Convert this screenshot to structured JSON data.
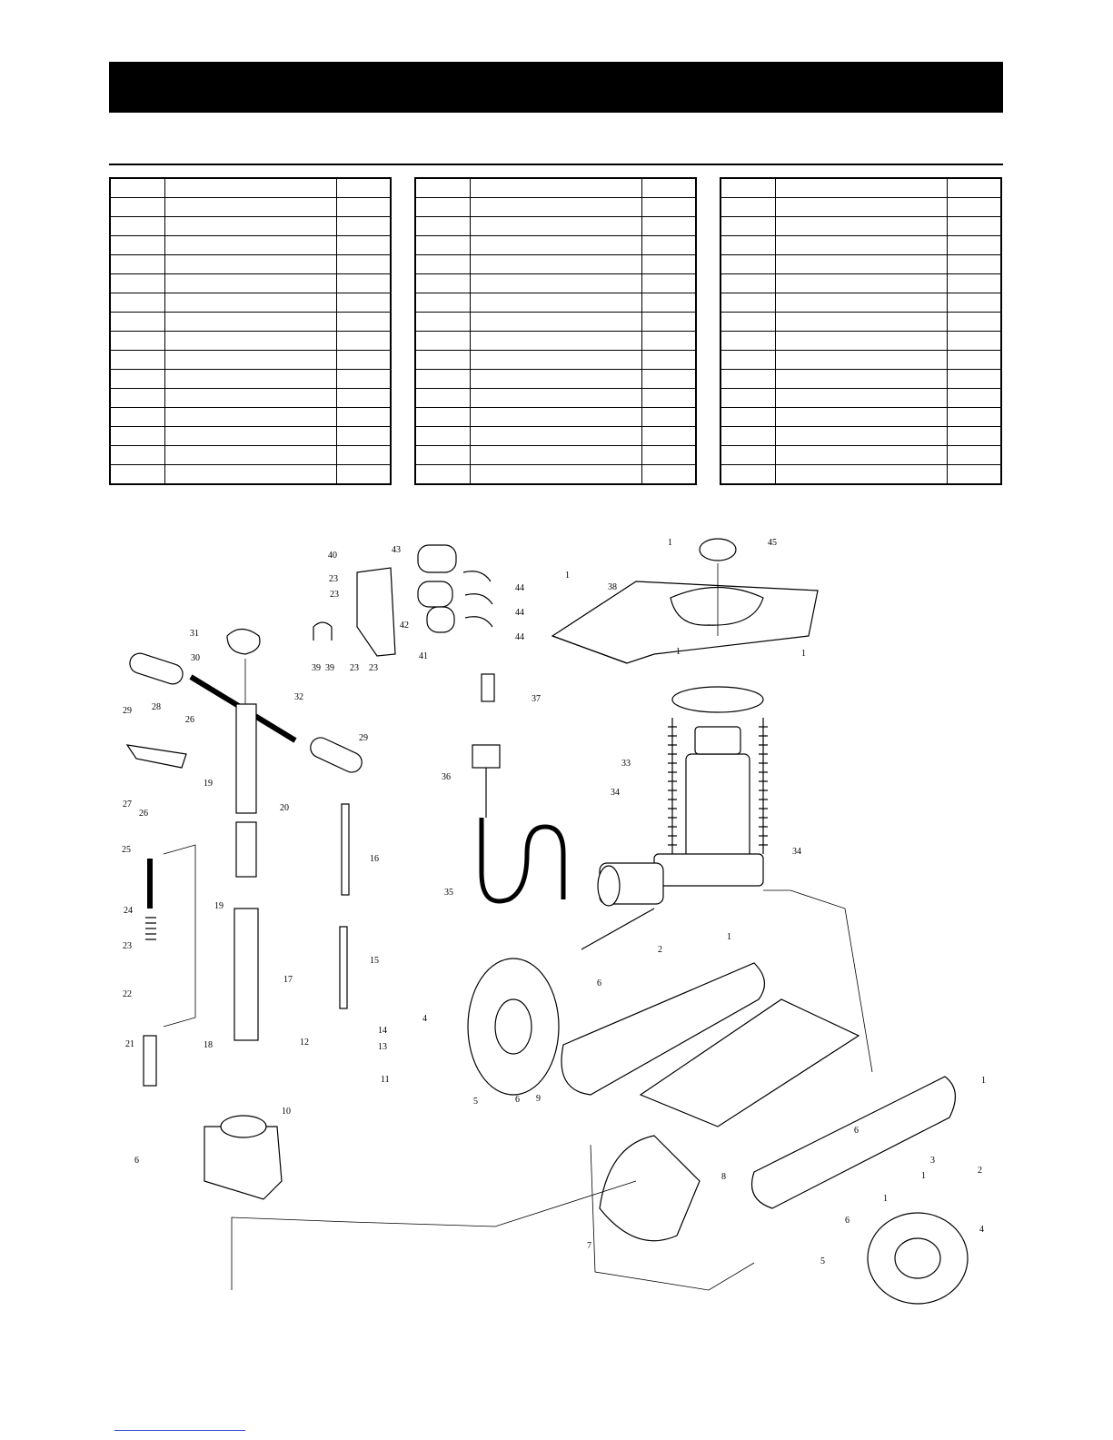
{
  "colors": {
    "header": "#000000",
    "line": "#000000",
    "footer_link": "#3b4fd6"
  },
  "parts_tables": {
    "count": 3,
    "rows_per_table": 16,
    "columns_per_table": 3
  },
  "diagram": {
    "labels": [
      "1",
      "1",
      "1",
      "1",
      "1",
      "1",
      "1",
      "1",
      "2",
      "2",
      "3",
      "4",
      "4",
      "5",
      "5",
      "6",
      "6",
      "6",
      "6",
      "6",
      "7",
      "8",
      "9",
      "10",
      "11",
      "12",
      "13",
      "14",
      "15",
      "16",
      "17",
      "18",
      "19",
      "19",
      "20",
      "21",
      "22",
      "23",
      "23",
      "23",
      "23",
      "23",
      "24",
      "25",
      "26",
      "26",
      "27",
      "28",
      "29",
      "29",
      "30",
      "31",
      "32",
      "33",
      "34",
      "34",
      "35",
      "36",
      "37",
      "38",
      "39",
      "39",
      "40",
      "41",
      "42",
      "43",
      "44",
      "44",
      "44",
      "45"
    ]
  }
}
